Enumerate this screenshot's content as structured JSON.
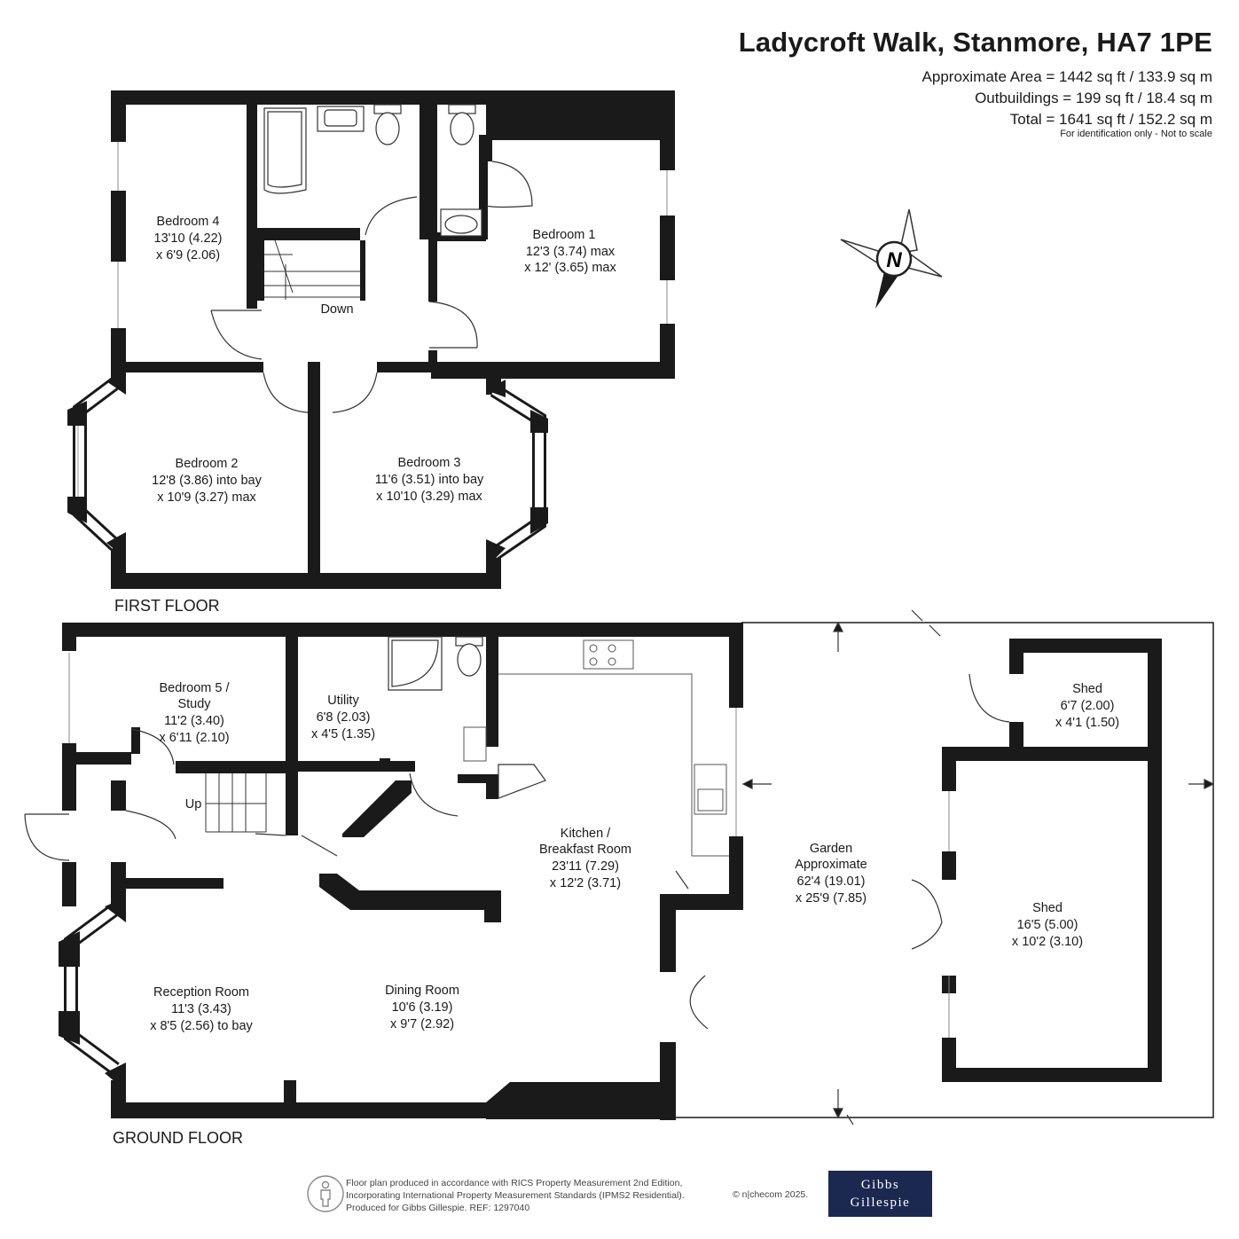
{
  "header": {
    "title": "Ladycroft Walk, Stanmore, HA7 1PE",
    "area_main": "Approximate Area = 1442 sq ft / 133.9 sq m",
    "area_outbuildings": "Outbuildings = 199 sq ft / 18.4 sq m",
    "area_total": "Total = 1641 sq ft / 152.2 sq m",
    "disclaimer": "For identification only - Not to scale"
  },
  "compass": {
    "label": "N"
  },
  "first_floor": {
    "label": "FIRST FLOOR",
    "stairs_label": "Down",
    "rooms": {
      "bedroom4": {
        "name": "Bedroom 4",
        "dim1": "13'10 (4.22)",
        "dim2": "x 6'9 (2.06)"
      },
      "bedroom1": {
        "name": "Bedroom 1",
        "dim1": "12'3 (3.74) max",
        "dim2": "x 12' (3.65) max"
      },
      "bedroom2": {
        "name": "Bedroom 2",
        "dim1": "12'8 (3.86) into bay",
        "dim2": "x 10'9 (3.27) max"
      },
      "bedroom3": {
        "name": "Bedroom 3",
        "dim1": "11'6 (3.51) into bay",
        "dim2": "x 10'10 (3.29) max"
      }
    }
  },
  "ground_floor": {
    "label": "GROUND FLOOR",
    "stairs_label": "Up",
    "rooms": {
      "bedroom5": {
        "name": "Bedroom 5 /",
        "name2": "Study",
        "dim1": "11'2 (3.40)",
        "dim2": "x 6'11 (2.10)"
      },
      "utility": {
        "name": "Utility",
        "dim1": "6'8 (2.03)",
        "dim2": "x 4'5 (1.35)"
      },
      "kitchen": {
        "name": "Kitchen /",
        "name2": "Breakfast Room",
        "dim1": "23'11 (7.29)",
        "dim2": "x 12'2 (3.71)"
      },
      "reception": {
        "name": "Reception Room",
        "dim1": "11'3 (3.43)",
        "dim2": "x 8'5 (2.56) to bay"
      },
      "dining": {
        "name": "Dining Room",
        "dim1": "10'6 (3.19)",
        "dim2": "x 9'7 (2.92)"
      },
      "garden": {
        "name": "Garden",
        "name2": "Approximate",
        "dim1": "62'4 (19.01)",
        "dim2": "x 25'9 (7.85)"
      },
      "shed_small": {
        "name": "Shed",
        "dim1": "6'7 (2.00)",
        "dim2": "x 4'1 (1.50)"
      },
      "shed_large": {
        "name": "Shed",
        "dim1": "16'5 (5.00)",
        "dim2": "x 10'2 (3.10)"
      }
    }
  },
  "footer": {
    "line1": "Floor plan produced in accordance with RICS Property Measurement 2nd Edition,",
    "line2": "Incorporating International Property Measurement Standards (IPMS2 Residential).",
    "line3": "Produced for Gibbs Gillespie.   REF:  1297040",
    "copyright": "© n|checom 2025.",
    "logo_line1": "Gibbs",
    "logo_line2": "Gillespie"
  }
}
